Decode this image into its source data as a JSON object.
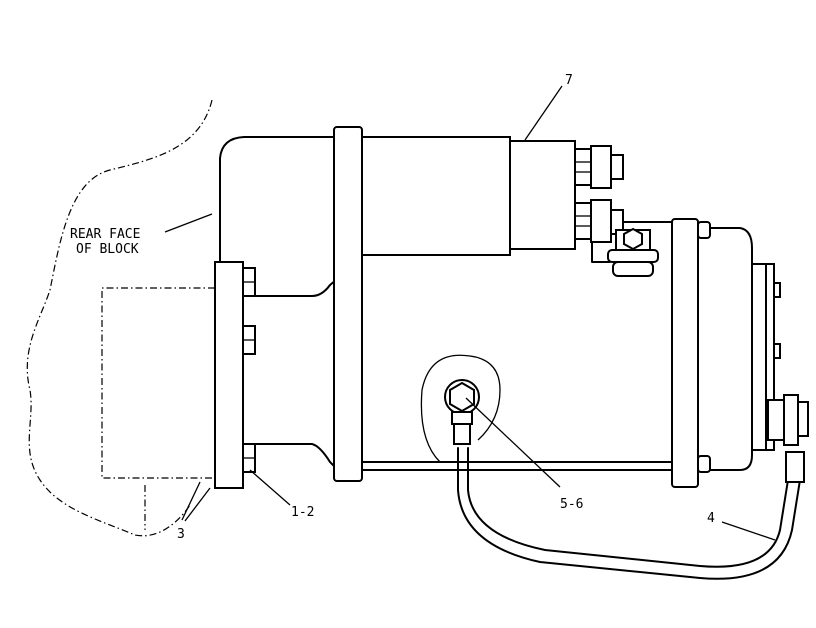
{
  "callouts": {
    "rear_face_line1": "REAR FACE",
    "rear_face_line2": "OF BLOCK",
    "item_7": "7",
    "item_1_2": "1-2",
    "item_3": "3",
    "item_5_6": "5-6",
    "item_4": "4"
  },
  "colors": {
    "line": "#000000",
    "background": "#ffffff"
  }
}
